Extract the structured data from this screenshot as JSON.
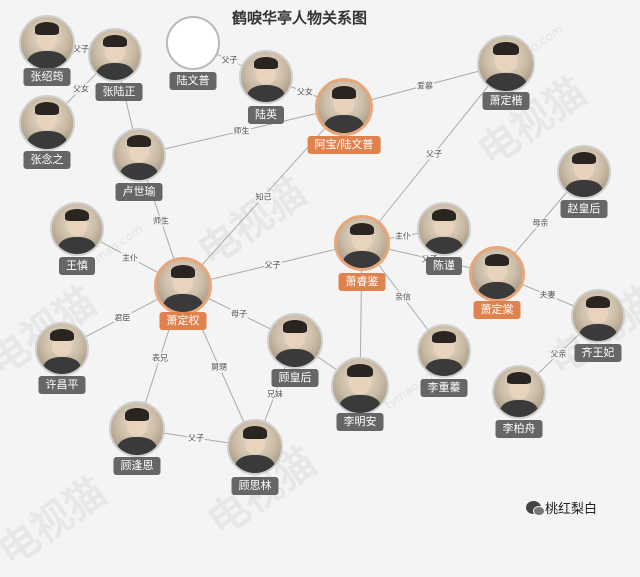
{
  "title": "鹤唳华亭人物关系图",
  "watermark": {
    "text": "电视猫",
    "site": "tvmao.com"
  },
  "brand": {
    "name": "桃红梨白",
    "icon": "wechat-icon"
  },
  "colors": {
    "main": "#e0824e",
    "normal": "#666666",
    "line": "#aaaaaa",
    "main_line": "#e8a67a"
  },
  "nodes": [
    {
      "id": "zhang_shaoyun",
      "label": "张绍筠",
      "main": false
    },
    {
      "id": "zhang_luzheng",
      "label": "张陆正",
      "main": false
    },
    {
      "id": "lu_wenxi",
      "label": "陆文普",
      "main": false,
      "empty": true
    },
    {
      "id": "lu_ying",
      "label": "陆英",
      "main": false
    },
    {
      "id": "zhang_nianzhi",
      "label": "张念之",
      "main": false
    },
    {
      "id": "lu_shirui",
      "label": "卢世瑜",
      "main": false
    },
    {
      "id": "abao",
      "label": "阿宝/陆文普",
      "main": true
    },
    {
      "id": "xiao_dingkai",
      "label": "萧定楷",
      "main": false
    },
    {
      "id": "zhao_huanghou",
      "label": "赵皇后",
      "main": false
    },
    {
      "id": "wang_shen",
      "label": "王慎",
      "main": false
    },
    {
      "id": "chen_jin",
      "label": "陈谨",
      "main": false
    },
    {
      "id": "xiao_ruijian",
      "label": "萧睿鉴",
      "main": true
    },
    {
      "id": "xiao_dingtang",
      "label": "萧定棠",
      "main": true
    },
    {
      "id": "xiao_dingquan",
      "label": "萧定权",
      "main": true
    },
    {
      "id": "qi_wangfei",
      "label": "齐王妃",
      "main": false
    },
    {
      "id": "xu_changping",
      "label": "许昌平",
      "main": false
    },
    {
      "id": "gu_huanghou",
      "label": "顾皇后",
      "main": false
    },
    {
      "id": "li_chongnian",
      "label": "李重蓁",
      "main": false
    },
    {
      "id": "li_mingan",
      "label": "李明安",
      "main": false
    },
    {
      "id": "li_baizhou",
      "label": "李柏舟",
      "main": false
    },
    {
      "id": "gu_fengen",
      "label": "顾逢恩",
      "main": false
    },
    {
      "id": "gu_silin",
      "label": "顾思林",
      "main": false
    }
  ],
  "edges": [
    {
      "from": "zhang_shaoyun",
      "to": "zhang_luzheng",
      "label": "父子"
    },
    {
      "from": "zhang_luzheng",
      "to": "zhang_nianzhi",
      "label": "父女"
    },
    {
      "from": "lu_wenxi",
      "to": "lu_ying",
      "label": "父子"
    },
    {
      "from": "lu_ying",
      "to": "abao",
      "label": "父女"
    },
    {
      "from": "zhang_luzheng",
      "to": "lu_shirui",
      "label": ""
    },
    {
      "from": "lu_shirui",
      "to": "abao",
      "label": "师生"
    },
    {
      "from": "lu_shirui",
      "to": "xiao_dingquan",
      "label": "师生"
    },
    {
      "from": "abao",
      "to": "xiao_dingkai",
      "label": "爱慕"
    },
    {
      "from": "abao",
      "to": "xiao_dingquan",
      "label": "知己"
    },
    {
      "from": "xiao_dingkai",
      "to": "xiao_ruijian",
      "label": "父子"
    },
    {
      "from": "zhao_huanghou",
      "to": "xiao_dingtang",
      "label": "母亲"
    },
    {
      "from": "wang_shen",
      "to": "xiao_dingquan",
      "label": "主仆"
    },
    {
      "from": "chen_jin",
      "to": "xiao_ruijian",
      "label": "主仆"
    },
    {
      "from": "xiao_ruijian",
      "to": "xiao_dingtang",
      "label": "父子"
    },
    {
      "from": "xiao_ruijian",
      "to": "xiao_dingquan",
      "label": "父子"
    },
    {
      "from": "xiao_ruijian",
      "to": "li_mingan",
      "label": ""
    },
    {
      "from": "xiao_ruijian",
      "to": "li_chongnian",
      "label": "亲信"
    },
    {
      "from": "xiao_dingtang",
      "to": "qi_wangfei",
      "label": "夫妻"
    },
    {
      "from": "xiao_dingquan",
      "to": "xu_changping",
      "label": "君臣"
    },
    {
      "from": "xiao_dingquan",
      "to": "gu_huanghou",
      "label": "母子"
    },
    {
      "from": "xiao_dingquan",
      "to": "gu_fengen",
      "label": "表兄"
    },
    {
      "from": "xiao_dingquan",
      "to": "gu_silin",
      "label": "舅甥"
    },
    {
      "from": "gu_huanghou",
      "to": "li_mingan",
      "label": ""
    },
    {
      "from": "gu_huanghou",
      "to": "gu_silin",
      "label": "兄妹"
    },
    {
      "from": "gu_fengen",
      "to": "gu_silin",
      "label": "父子"
    },
    {
      "from": "li_baizhou",
      "to": "qi_wangfei",
      "label": "父亲"
    }
  ]
}
